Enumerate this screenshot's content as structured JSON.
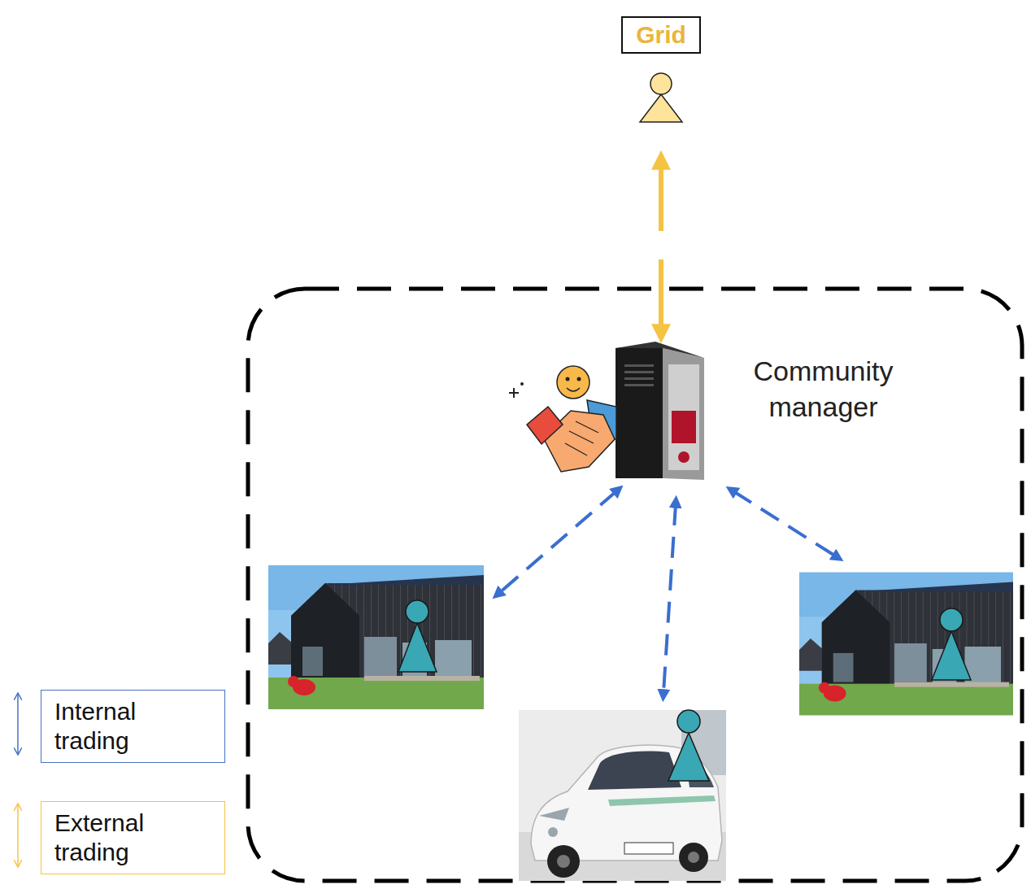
{
  "diagram": {
    "nodes": [
      {
        "text": [
          "Grid"
        ]
      },
      {
        "text": [
          "Community manager"
        ]
      }
    ],
    "edges": [
      {
        "from": 0,
        "to": 1,
        "arrow": "both"
      }
    ],
    "legend": [
      {
        "text": "Internal trading"
      },
      {
        "text": "External trading"
      }
    ]
  }
}
